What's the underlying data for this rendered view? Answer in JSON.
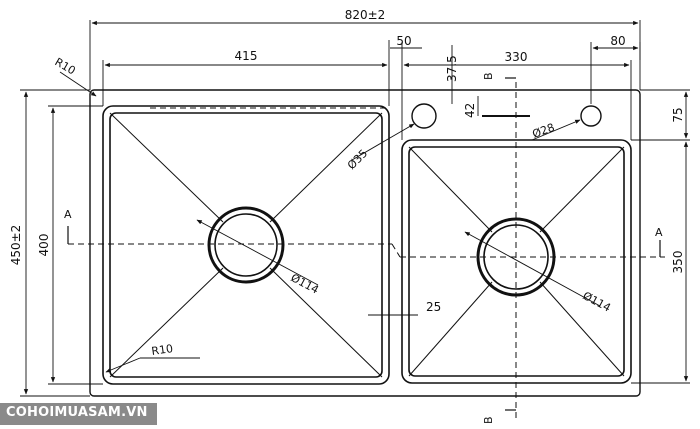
{
  "dimensions": {
    "overall_width": "820±2",
    "left_bowl_width": "415",
    "gap": "50",
    "tap_offset": "37.5",
    "right_bowl_width": "330",
    "right_offset": "80",
    "overall_depth": "450±2",
    "left_bowl_depth": "400",
    "right_bowl_depth": "350",
    "top_offset": "75",
    "tap_depth": "42",
    "corner_radius_outer": "R10",
    "corner_radius_inner": "R10",
    "tap_hole": "Ø35",
    "overflow_hole": "Ø28",
    "drain_left": "Ø114",
    "drain_right": "Ø114",
    "divider": "25"
  },
  "section_marks": {
    "a_left": "A",
    "a_right": "A",
    "b_top": "B",
    "b_bottom": "B"
  },
  "watermark": "COHOIMUASAM.VN"
}
